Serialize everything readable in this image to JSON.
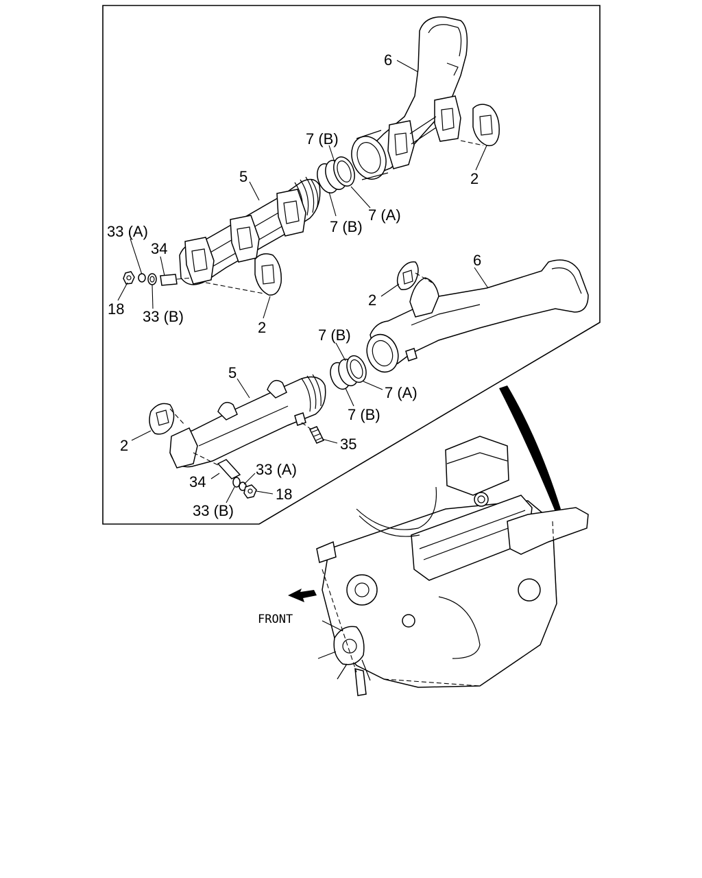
{
  "labels": {
    "upper_manifold": "5",
    "upper_pipe": "6",
    "upper_gasket": "2",
    "upper_ring_b_top": "7 (B)",
    "upper_ring_a": "7 (A)",
    "upper_ring_b_bottom": "7 (B)",
    "left_washer_a": "33 (A)",
    "left_stud": "34",
    "left_nut": "18",
    "left_washer_b": "33 (B)",
    "left_gasket": "2",
    "lower_pipe": "6",
    "lower_gasket_top": "2",
    "lower_ring_b_top": "7 (B)",
    "lower_manifold": "5",
    "lower_ring_a": "7 (A)",
    "lower_ring_b_bottom": "7 (B)",
    "lower_gasket_left": "2",
    "sensor_plug": "35",
    "bottom_stud": "34",
    "bottom_washer_a": "33 (A)",
    "bottom_nut": "18",
    "bottom_washer_b": "33 (B)"
  },
  "front_label": "FRONT",
  "icons": [
    "front-arrow-icon"
  ]
}
